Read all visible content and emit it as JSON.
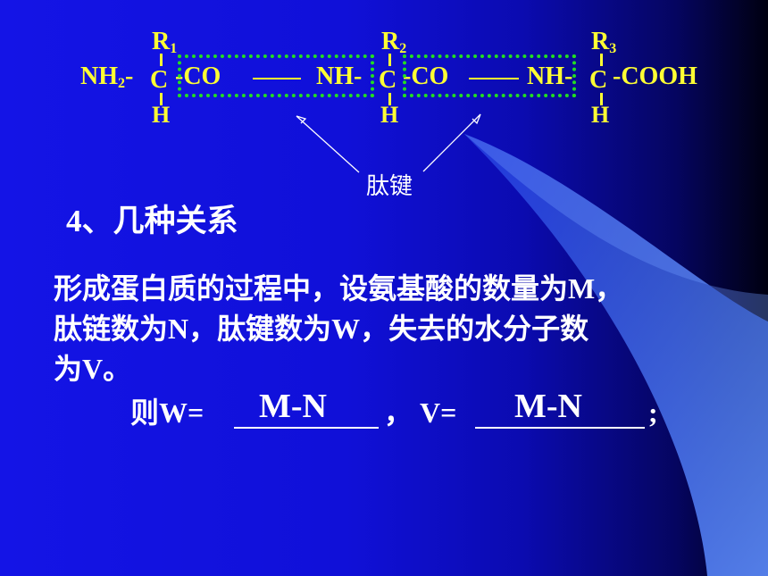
{
  "formula": {
    "r1_letter": "R",
    "r1_sub": "1",
    "r2_letter": "R",
    "r2_sub": "2",
    "r3_letter": "R",
    "r3_sub": "3",
    "nh2_left": "NH",
    "nh2_sub": "2",
    "nh2_right": "-",
    "c1": "C",
    "co1": "-CO",
    "nh1": "NH-",
    "c2": "C",
    "co2": "-CO",
    "nh2b": "NH-",
    "c3": "C",
    "cooh": "-COOH",
    "h1": "H",
    "h2": "H",
    "h3": "H"
  },
  "peptide_label": "肽键",
  "section_heading": "4、几种关系",
  "paragraph": {
    "line1": "形成蛋白质的过程中，设氨基酸的数量为M，",
    "line2": "肽链数为N，肽键数为W，失去的水分子数",
    "line3": "为V。"
  },
  "question": {
    "w_label": "则W=",
    "comma": "，",
    "v_label": "V=",
    "semicolon": ";",
    "w_answer": "M-N",
    "v_answer": "M-N"
  },
  "colors": {
    "formula_text": "#ffff33",
    "box_border": "#22dd22",
    "body_text": "#ffffff",
    "background": "#1414e6"
  }
}
